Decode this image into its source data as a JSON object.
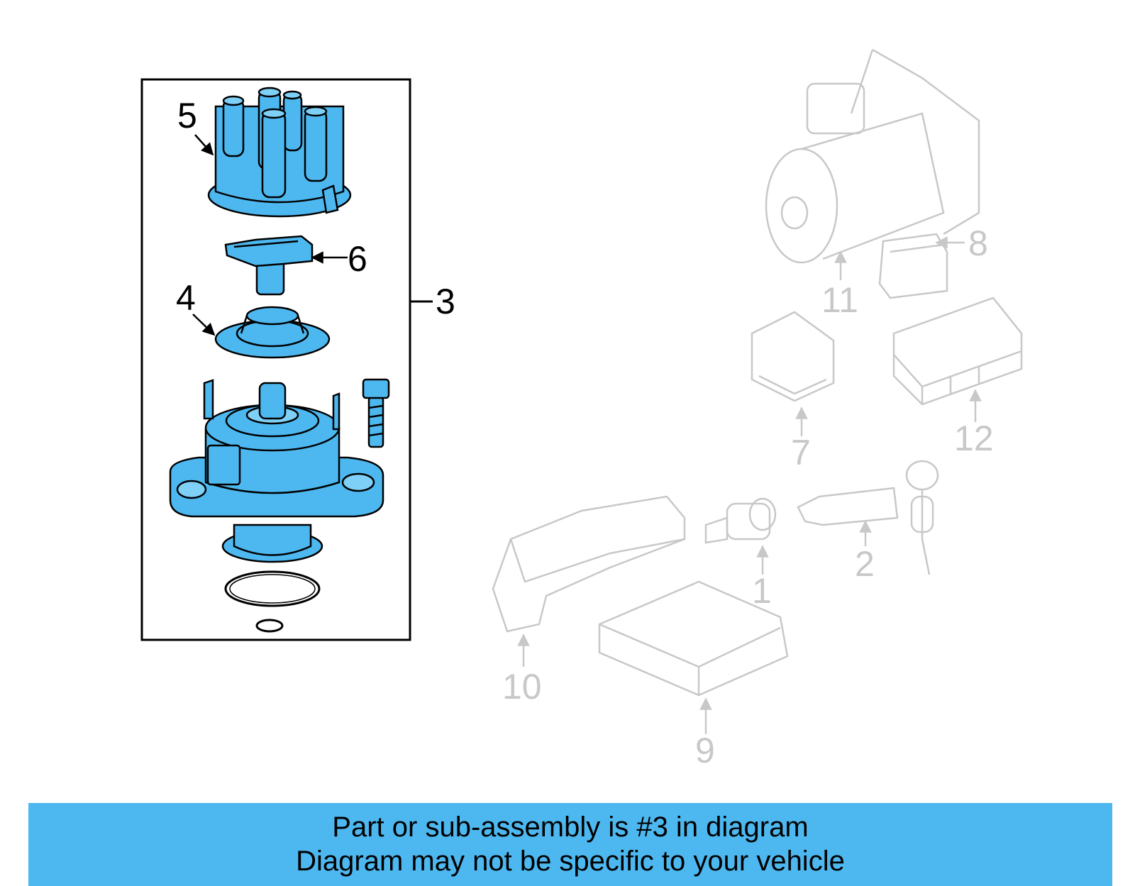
{
  "diagram": {
    "highlight_color": "#4db8f0",
    "muted_color": "#c8c8c8",
    "callouts": {
      "c1": "1",
      "c2": "2",
      "c3": "3",
      "c4": "4",
      "c5": "5",
      "c6": "6",
      "c7": "7",
      "c8": "8",
      "c9": "9",
      "c10": "10",
      "c11": "11",
      "c12": "12"
    }
  },
  "banner": {
    "line1": "Part or sub-assembly is #3 in diagram",
    "line2": "Diagram may not be specific to your vehicle"
  }
}
